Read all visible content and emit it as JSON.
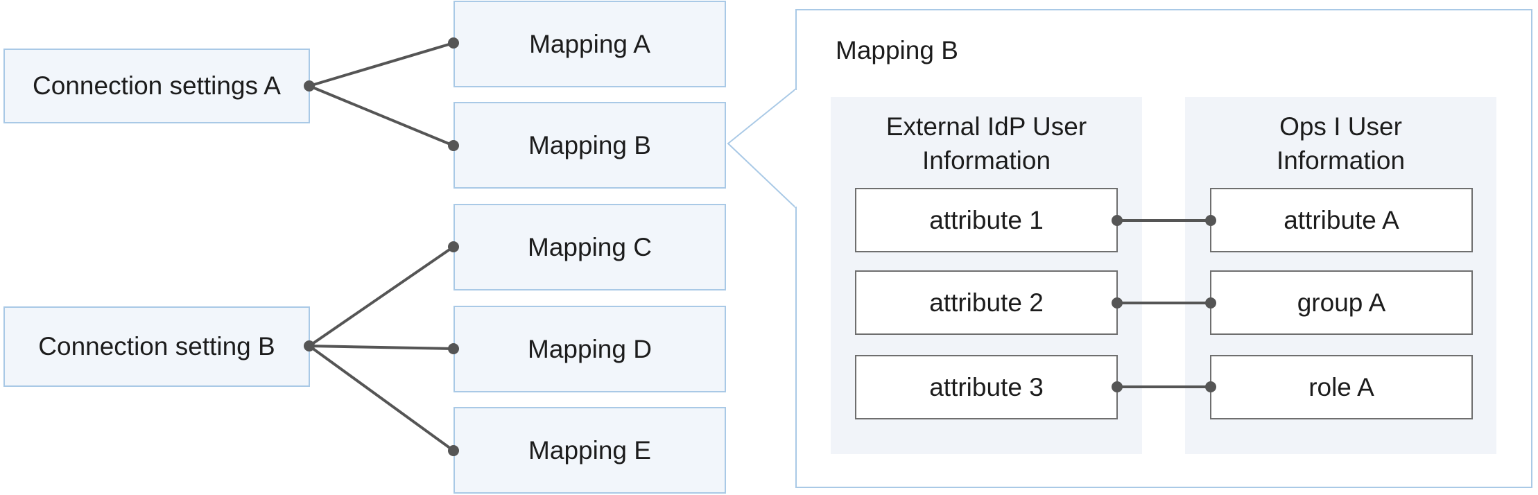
{
  "connections": [
    {
      "label": "Connection settings A"
    },
    {
      "label": "Connection setting B"
    }
  ],
  "mappings": [
    {
      "label": "Mapping A"
    },
    {
      "label": "Mapping B"
    },
    {
      "label": "Mapping C"
    },
    {
      "label": "Mapping D"
    },
    {
      "label": "Mapping E"
    }
  ],
  "detail": {
    "title": "Mapping B",
    "idp": {
      "title": "External IdP User\nInformation",
      "attributes": [
        "attribute 1",
        "attribute 2",
        "attribute 3"
      ]
    },
    "ops": {
      "title": "Ops I User\nInformation",
      "attributes": [
        "attribute A",
        "group A",
        "role A"
      ]
    }
  },
  "links": [
    {
      "from": "Connection settings A",
      "to": "Mapping A"
    },
    {
      "from": "Connection settings A",
      "to": "Mapping B"
    },
    {
      "from": "Connection setting B",
      "to": "Mapping C"
    },
    {
      "from": "Connection setting B",
      "to": "Mapping D"
    },
    {
      "from": "Connection setting B",
      "to": "Mapping E"
    },
    {
      "from": "attribute 1",
      "to": "attribute A"
    },
    {
      "from": "attribute 2",
      "to": "group A"
    },
    {
      "from": "attribute 3",
      "to": "role A"
    }
  ],
  "colors": {
    "box_fill": "#f2f6fb",
    "box_border": "#a9c9e6",
    "panel_fill": "#f1f4f9",
    "attr_border": "#6e6e6e",
    "connector": "#555555"
  }
}
